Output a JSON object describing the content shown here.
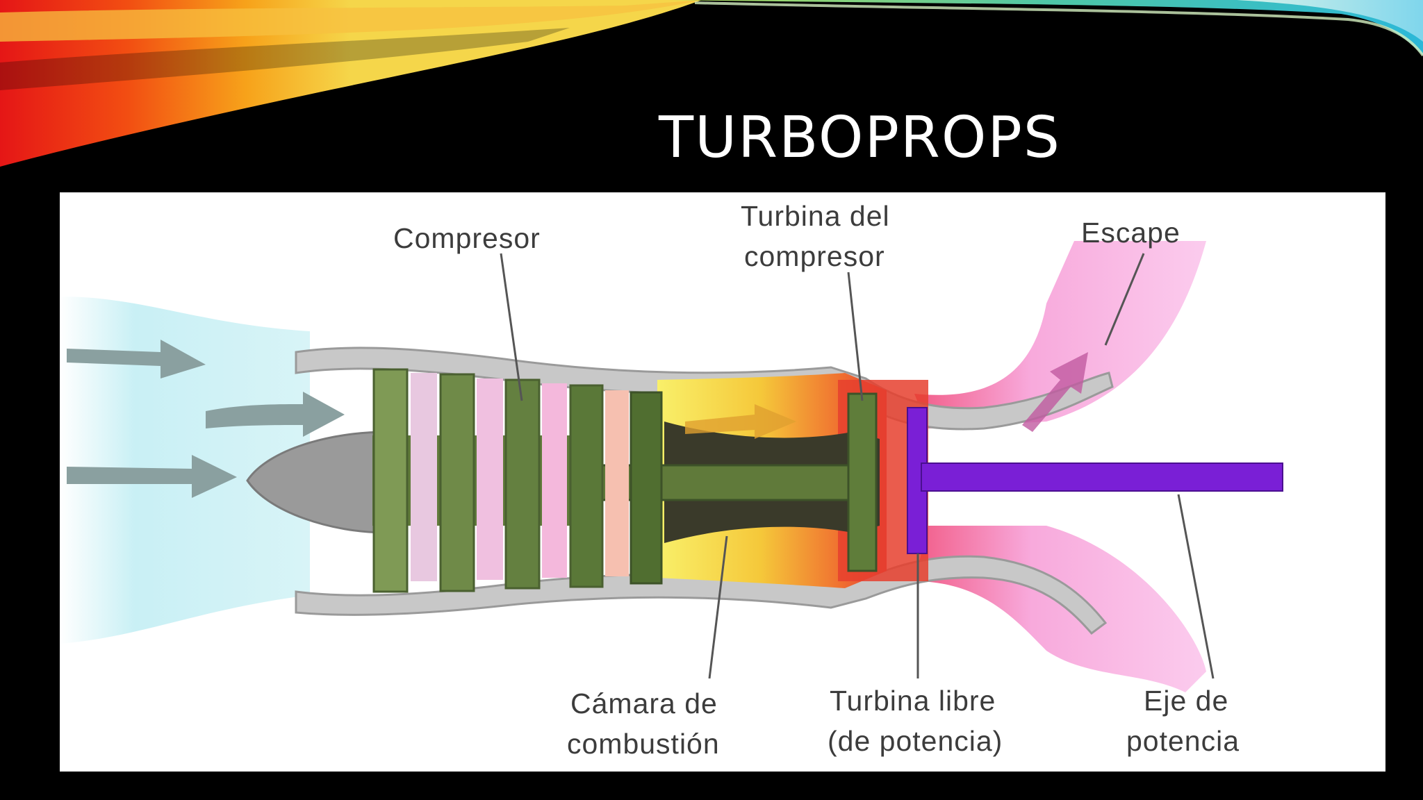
{
  "slide": {
    "title": "TURBOPROPS"
  },
  "diagram": {
    "labels": {
      "compressor": "Compresor",
      "compressor_turbine_line1": "Turbina del",
      "compressor_turbine_line2": "compresor",
      "exhaust": "Escape",
      "combustion_chamber_line1": "Cámara de",
      "combustion_chamber_line2": "combustión",
      "free_turbine_line1": "Turbina libre",
      "free_turbine_line2": "(de potencia)",
      "power_shaft_line1": "Eje de",
      "power_shaft_line2": "potencia"
    },
    "colors": {
      "intake_air": "#c9f0f5",
      "casing": "#c8c8c8",
      "compressor_stages": "#5f7d3a",
      "combustion": "#f5e04a",
      "turbine_hot": "#f07040",
      "exhaust": "#f7a3dd",
      "power_shaft": "#7a1fd6",
      "nose_cone": "#9a9a9a",
      "flow_arrows": "#8aa0a0"
    }
  }
}
